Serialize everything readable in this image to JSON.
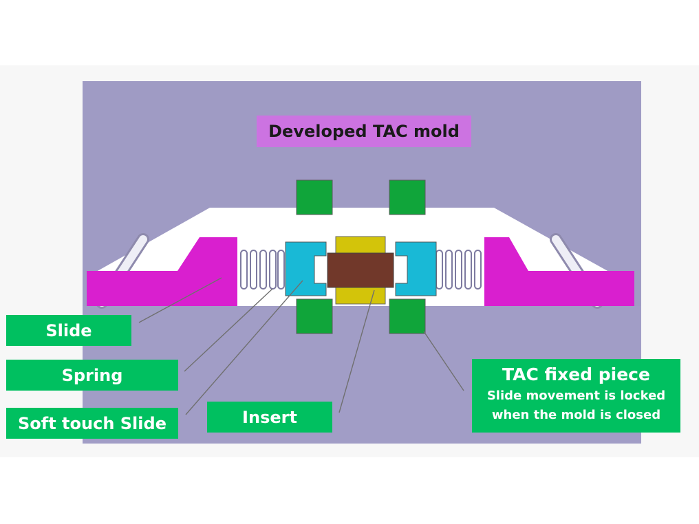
{
  "title": "Developed TAC mold",
  "labels": {
    "slide": "Slide",
    "spring": "Spring",
    "soft_touch_slide": "Soft touch Slide",
    "insert": "Insert",
    "tac_fixed_piece": {
      "title": "TAC fixed piece",
      "note_line1": "Slide movement is locked",
      "note_line2": "when the mold is closed"
    }
  },
  "colors": {
    "mold_plate": "#9f9bc4",
    "cavity": "#ffffff",
    "slide": "#d91fcf",
    "soft_touch_slide": "#19b9d6",
    "insert": "#d3c40a",
    "core": "#71382a",
    "tac_fixed_piece": "#10a53a",
    "label": "#00c060",
    "title_box": "#cc73e1"
  }
}
